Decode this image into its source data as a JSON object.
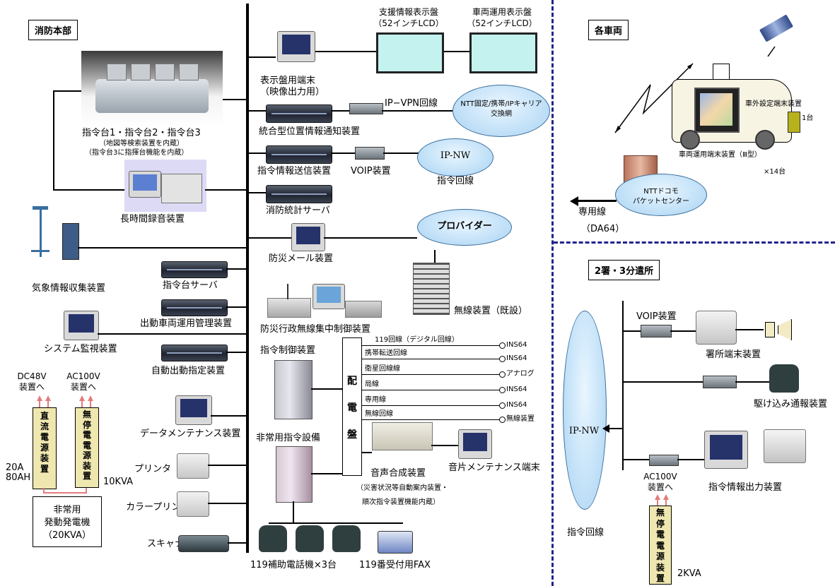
{
  "hq": {
    "title": "消防本部",
    "consoles_label": "指令台1・指令台2・指令台3",
    "consoles_note1": "（地図等検索装置を内蔵）",
    "consoles_note2": "（指令台3に指揮台機能を内蔵）",
    "recorder": "長時間録音装置",
    "weather": "気象情報収集装置",
    "console_server": "指令台サーバ",
    "dispatch_mgmt": "出動車両運用管理装置",
    "sys_monitor": "システム監視装置",
    "auto_dispatch": "自動出動指定装置",
    "data_maint": "データメンテナンス装置",
    "printer": "プリンタ",
    "color_printer": "カラープリンタ",
    "scanner": "スキャナ",
    "display_terminal": "表示盤用端末",
    "display_terminal_sub": "（映像出力用）",
    "support_panel": "支援情報表示盤",
    "support_panel_sub": "（52インチLCD）",
    "vehicle_panel": "車両運用表示盤",
    "vehicle_panel_sub": "（52インチLCD）",
    "ipvpn": "IP−VPN回線",
    "ntt_cloud1": "NTT固定/携帯/IPキャリア",
    "ntt_cloud2": "交換網",
    "location_device": "統合型位置情報通知装置",
    "info_sender": "指令情報送信装置",
    "voip": "VOIP装置",
    "ipnw": "IP-NW",
    "command_line": "指令回線",
    "stats_server": "消防統計サーバ",
    "provider": "プロバイダー",
    "mail_device": "防災メール装置",
    "radio_existing": "無線装置（既設）",
    "radio_control": "防災行政無線集中制御装置",
    "cmd_control": "指令制御装置",
    "emergency_cmd": "非常用指令設備",
    "board": [
      "配",
      "電",
      "盤"
    ],
    "lines": [
      {
        "name": "119回線（デジタル回線）",
        "end": "INS64"
      },
      {
        "name": "携帯転送回線",
        "end": "INS64"
      },
      {
        "name": "衛星回線線",
        "end": "アナログ"
      },
      {
        "name": "局線",
        "end": "INS64"
      },
      {
        "name": "専用線",
        "end": "INS64"
      },
      {
        "name": "無線回線",
        "end": "無線装置"
      }
    ],
    "voice_synth": "音声合成装置",
    "voice_synth_note1": "（災害状況等自動案内装置・",
    "voice_synth_note2": "順次指令装置機能内蔵）",
    "voice_maint": "音片メンテナンス端末",
    "aux_phones": "119補助電話機×3台",
    "fax": "119番受付用FAX",
    "dc48": [
      "DC48V",
      "装置へ"
    ],
    "ac100": [
      "AC100V",
      "装置へ"
    ],
    "dc_power": [
      "直",
      "流",
      "電",
      "源",
      "装",
      "置"
    ],
    "ups": [
      "無",
      "停",
      "電",
      "電",
      "源",
      "装",
      "置"
    ],
    "battery_a": "20A",
    "battery_ah": "80AH",
    "ups_kva": "10KVA",
    "generator": [
      "非常用",
      "発動発電機",
      "（20KVA）"
    ]
  },
  "vehicles": {
    "title": "各車両",
    "external_terminal": "車外設定端末装置",
    "external_count": "1台",
    "vehicle_terminal": "車両運用端末装置（Ⅲ型）",
    "vehicle_count": "×14台",
    "docomo1": "NTTドコモ",
    "docomo2": "パケットセンター",
    "dedicated": "専用線",
    "da64": "（DA64）"
  },
  "branch": {
    "title": "2署・3分遣所",
    "voip": "VOIP装置",
    "station_terminal": "署所端末装置",
    "rush_report": "駆け込み通報装置",
    "ipnw": "IP-NW",
    "command_line": "指令回線",
    "output_device": "指令情報出力装置",
    "ac100": [
      "AC100V",
      "装置へ"
    ],
    "ups": [
      "無",
      "停",
      "電",
      "電",
      "源",
      "装",
      "置"
    ],
    "ups_kva": "2KVA"
  },
  "colors": {
    "divider": "#23238e",
    "lcd": "#c4f2ef",
    "cloud": "#a9d3f3",
    "power_box": "#efe7b0",
    "power_line": "#e57b7b"
  }
}
